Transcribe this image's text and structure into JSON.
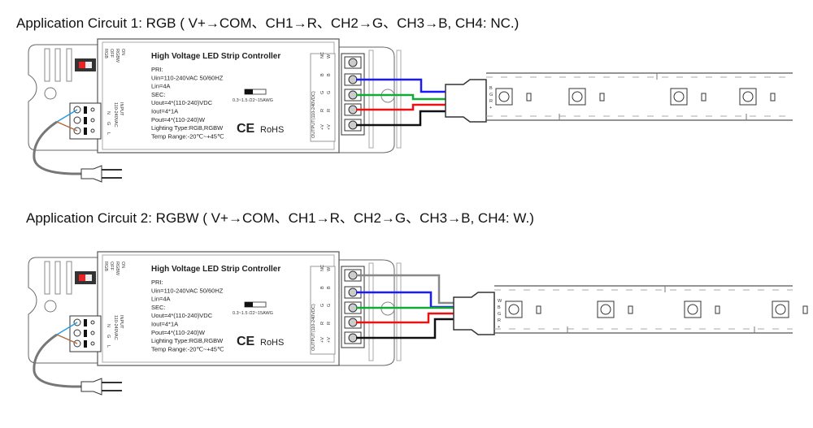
{
  "circuits": [
    {
      "title": "Application Circuit 1: RGB ( V+→COM、CH1→R、CH2→G、CH3→B, CH4: NC.)",
      "controller": {
        "name": "High Voltage LED Strip Controller",
        "specs": [
          "PRI:",
          "Uin=110-240VAC  50/60HZ",
          "Lin=4A",
          "SEC:",
          "Uout=4*(110-240)VDC",
          "Iout=4*1A",
          "Pout=4*(110-240)W",
          "Lighting Type:RGB,RGBW",
          "Temp Range:-20℃~+45℃"
        ],
        "wire_gauge": "0.3~1.5 /22~15AWG",
        "cert": [
          "CE",
          "RoHS"
        ],
        "switch_labels": [
          "RGB",
          "OFF",
          "RGBW",
          "ON"
        ],
        "input_label": [
          "INPUT",
          "110-240VAC"
        ],
        "input_pins": [
          "N",
          "G",
          "L"
        ],
        "output_label": "OUTPUT(110-240VDC)",
        "output_cols": [
          [
            "+V",
            "R",
            "G",
            "B",
            "NC"
          ],
          [
            "+V",
            "R",
            "G",
            "B",
            "W"
          ]
        ]
      },
      "strip_pins": [
        "B",
        "G",
        "R",
        "+"
      ],
      "wires": [
        "blue",
        "green",
        "red",
        "black"
      ]
    },
    {
      "title": "Application Circuit 2: RGBW ( V+→COM、CH1→R、CH2→G、CH3→B, CH4: W.)",
      "controller": {
        "name": "High Voltage LED Strip Controller",
        "specs": [
          "PRI:",
          "Uin=110-240VAC  50/60HZ",
          "Lin=4A",
          "SEC:",
          "Uout=4*(110-240)VDC",
          "Iout=4*1A",
          "Pout=4*(110-240)W",
          "Lighting Type:RGB,RGBW",
          "Temp Range:-20℃~+45℃"
        ],
        "wire_gauge": "0.3~1.5 /22~15AWG",
        "cert": [
          "CE",
          "RoHS"
        ],
        "switch_labels": [
          "RGB",
          "OFF",
          "RGBW",
          "ON"
        ],
        "input_label": [
          "INPUT",
          "110-240VAC"
        ],
        "input_pins": [
          "N",
          "G",
          "L"
        ],
        "output_label": "OUTPUT(110-240VDC)",
        "output_cols": [
          [
            "+V",
            "R",
            "G",
            "B",
            "NC"
          ],
          [
            "+V",
            "R",
            "G",
            "B",
            "W"
          ]
        ]
      },
      "strip_pins": [
        "W",
        "B",
        "G",
        "R",
        "+"
      ],
      "wires": [
        "gray",
        "blue",
        "green",
        "red",
        "black"
      ]
    }
  ],
  "colors": {
    "blue": "#1a1aff",
    "green": "#11aa33",
    "red": "#ee1111",
    "black": "#111111",
    "gray": "#888888",
    "live_wire": "#b06a3a",
    "neutral_wire": "#2a9ae0",
    "switch": "#ee2222"
  }
}
